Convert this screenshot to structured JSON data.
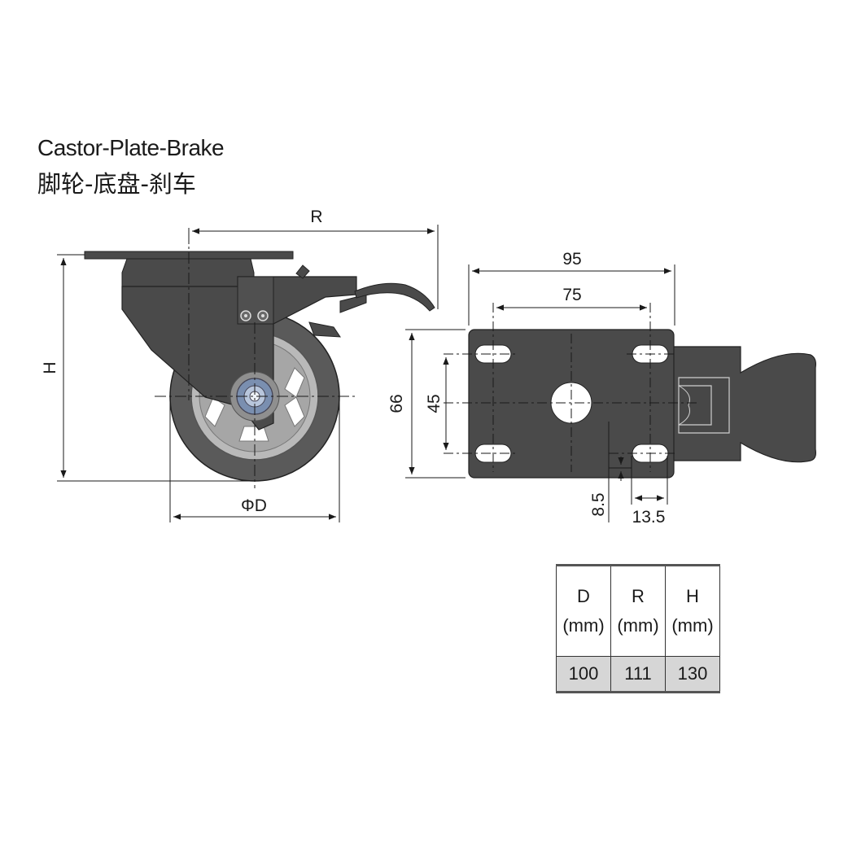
{
  "title_en": "Castor-Plate-Brake",
  "title_zh": "脚轮-底盘-刹车",
  "side_view": {
    "label_r": "R",
    "label_h": "H",
    "label_d": "ΦD"
  },
  "plate_view": {
    "label_width": "95",
    "label_hole_spacing_x": "75",
    "label_height": "66",
    "label_hole_spacing_y": "45",
    "label_edge_y": "8.5",
    "label_edge_x": "13.5"
  },
  "spec_table": {
    "headers": [
      {
        "name": "D",
        "unit": "(mm)"
      },
      {
        "name": "R",
        "unit": "(mm)"
      },
      {
        "name": "H",
        "unit": "(mm)"
      }
    ],
    "values": [
      "100",
      "111",
      "130"
    ]
  },
  "colors": {
    "body": "#4a4a4a",
    "wheel_tread": "#555555",
    "hub": "#9a9a9a",
    "bearing": "#7a8fb0",
    "table_value_bg": "#d6d6d6"
  }
}
